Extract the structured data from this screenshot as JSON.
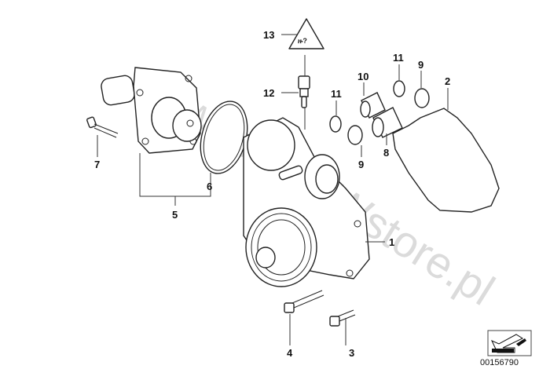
{
  "diagram": {
    "title": "Water pump / thermostat assembly parts diagram",
    "watermark": "www.BMWstore.pl",
    "reference_number": "00156790",
    "callouts": [
      {
        "number": "1",
        "part": "water-pump"
      },
      {
        "number": "2",
        "part": "gasket"
      },
      {
        "number": "3",
        "part": "short-bolt"
      },
      {
        "number": "4",
        "part": "long-bolt"
      },
      {
        "number": "5",
        "part": "thermostat-housing"
      },
      {
        "number": "6",
        "part": "o-ring-large"
      },
      {
        "number": "7",
        "part": "housing-bolt"
      },
      {
        "number": "8",
        "part": "pipe-sleeve-lower"
      },
      {
        "number": "9",
        "part": "sealing-ring"
      },
      {
        "number": "9",
        "part": "sealing-ring-upper"
      },
      {
        "number": "10",
        "part": "pipe-sleeve-upper"
      },
      {
        "number": "11",
        "part": "o-ring-small"
      },
      {
        "number": "11",
        "part": "o-ring-small-upper"
      },
      {
        "number": "12",
        "part": "temperature-sensor"
      },
      {
        "number": "13",
        "part": "warning-symbol"
      }
    ]
  }
}
